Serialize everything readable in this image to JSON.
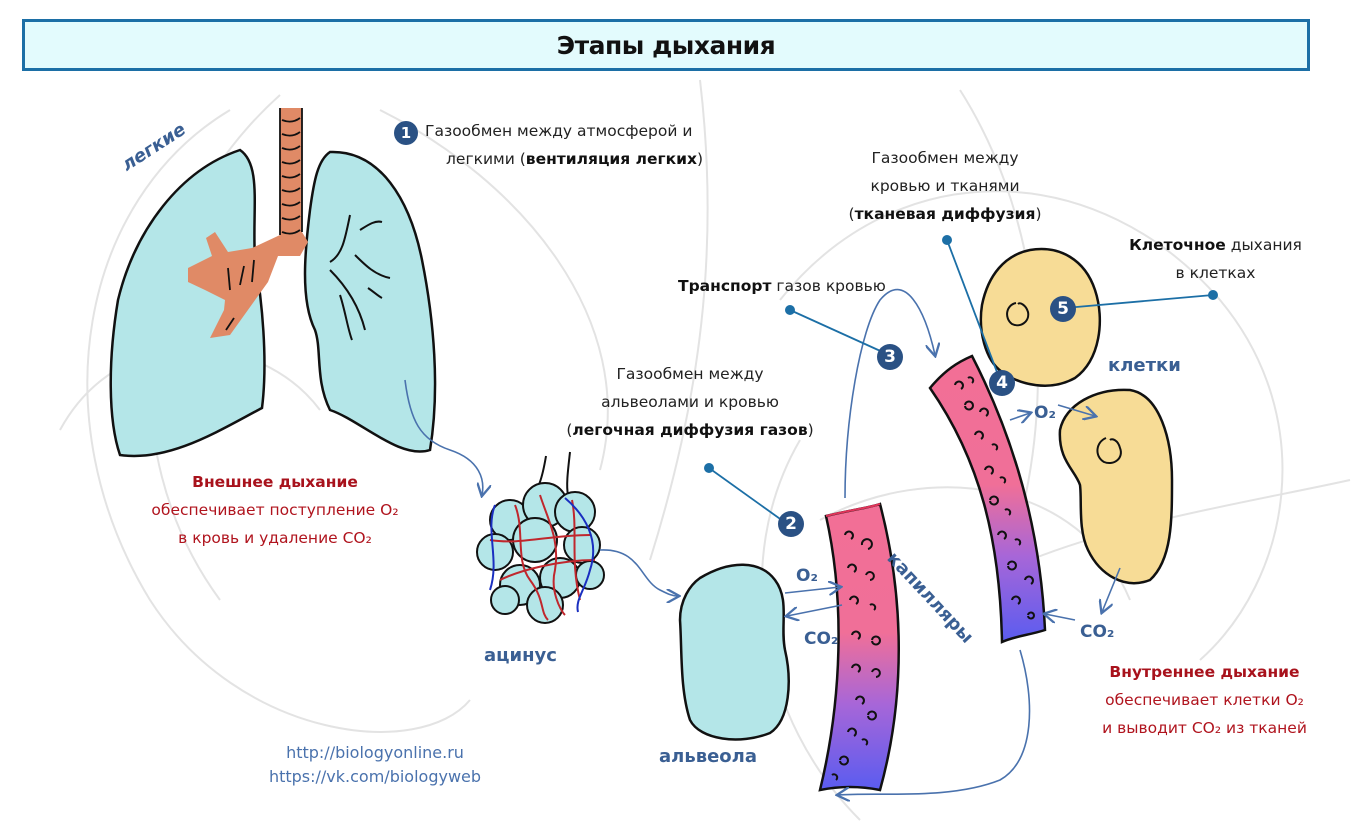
{
  "title": "Этапы дыхания",
  "labels": {
    "lungs": "легкие",
    "acinus": "ацинус",
    "alveola": "альвеола",
    "capillaries": "капилляры",
    "cells": "клетки"
  },
  "stages": [
    {
      "number": "1",
      "line1": "Газообмен между атмосферой и",
      "line2_pre": "легкими (",
      "line2_bold": "вентиляция легких",
      "line2_post": ")"
    },
    {
      "number": "2",
      "line1": "Газообмен между",
      "line2": "альвеолами и кровью",
      "line3_pre": "(",
      "line3_bold": "легочная диффузия газов",
      "line3_post": ")"
    },
    {
      "number": "3",
      "bold": "Транспорт",
      "rest": " газов кровью"
    },
    {
      "number": "4",
      "line1": "Газообмен между",
      "line2": "кровью и тканями",
      "line3_pre": "(",
      "line3_bold": "тканевая диффузия",
      "line3_post": ")"
    },
    {
      "number": "5",
      "bold": "Клеточное",
      "rest": " дыхания",
      "line2": "в клетках"
    }
  ],
  "gases": {
    "o2": "O₂",
    "co2": "CO₂"
  },
  "external_breathing": {
    "title": "Внешнее дыхание",
    "line1": "обеспечивает поступление  O₂",
    "line2": "в кровь и удаление CO₂"
  },
  "internal_breathing": {
    "title": "Внутреннее дыхание",
    "line1": "обеспечивает клетки O₂",
    "line2": "и выводит CO₂ из тканей"
  },
  "links": {
    "site": "http://biologyonline.ru",
    "vk": "https://vk.com/biologyweb"
  },
  "colors": {
    "accent_blue": "#1c6fa6",
    "badge": "#2a5184",
    "label_blue": "#3a5f93",
    "red_text": "#b0141e",
    "lung_fill": "#b4e6e8",
    "trachea": "#e08a66",
    "cell_fill": "#f7dc96",
    "blood_oxygenated": "#f26f96",
    "blood_deoxygenated": "#5a5cf0"
  }
}
